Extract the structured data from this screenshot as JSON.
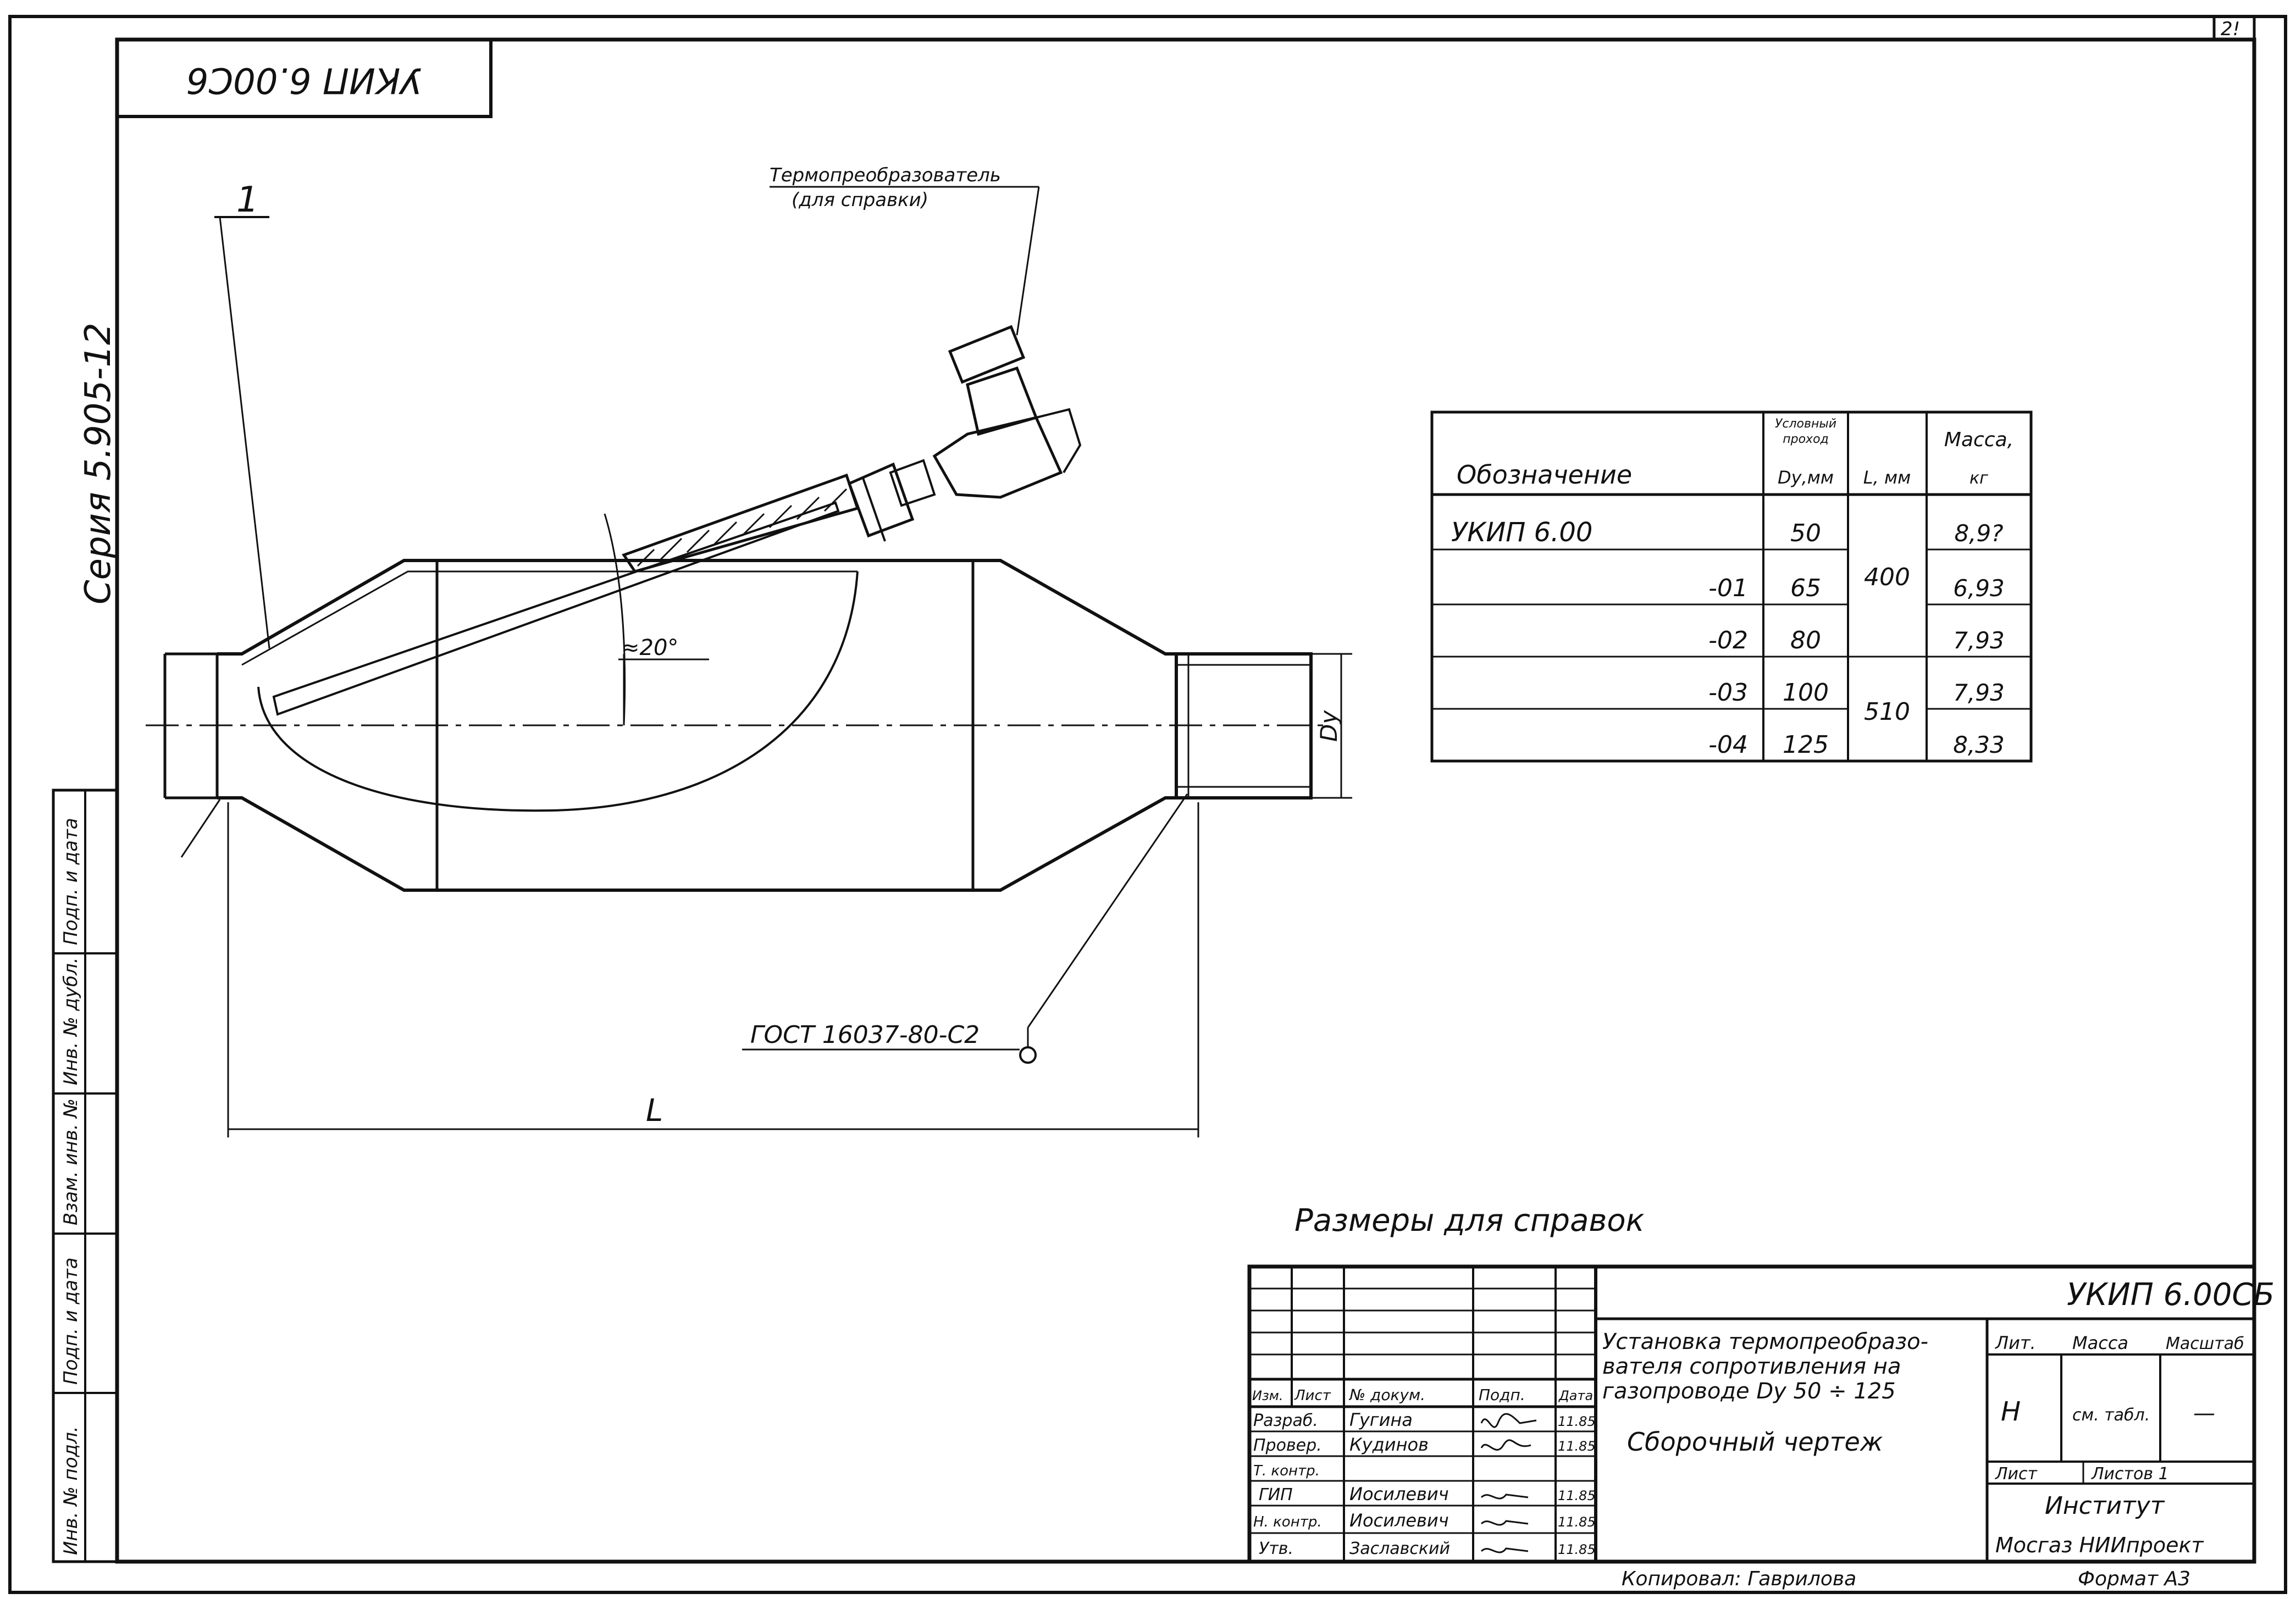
{
  "stamp": {
    "code": "УКИП 6.00С6"
  },
  "page_number": "2!",
  "series": "Серия 5.905-12",
  "part_callout": "1",
  "sensor_label": {
    "line1": "Термопреобразователь",
    "line2": "(для справки)"
  },
  "angle_label": "≈20°",
  "dim_dy": "Dу",
  "dim_l": "L",
  "gost_label": "ГОСТ 16037-80-С2",
  "reference_note": "Размеры для справок",
  "spec_table": {
    "headers": {
      "designation": "Обозначение",
      "nominal_bore_top": "Условный",
      "nominal_bore_mid": "проход",
      "nominal_bore_unit": "Dу,мм",
      "length": "L, мм",
      "mass": "Масса,",
      "mass_unit": "кг"
    },
    "rows": [
      {
        "designation": "УКИП 6.00",
        "dy": "50",
        "mass": "8,9?"
      },
      {
        "designation": "-01",
        "dy": "65",
        "mass": "6,93"
      },
      {
        "designation": "-02",
        "dy": "80",
        "mass": "7,93"
      },
      {
        "designation": "-03",
        "dy": "100",
        "mass": "7,93"
      },
      {
        "designation": "-04",
        "dy": "125",
        "mass": "8,33"
      }
    ],
    "length_groups": [
      "400",
      "510"
    ]
  },
  "side_strip": {
    "cells": [
      "Подп. и дата",
      "Инв. № дубл.",
      "Взам. инв. №",
      "Подп. и дата",
      "Инв. № подл."
    ]
  },
  "title_block": {
    "doc_code": "УКИП 6.00СБ",
    "title_line1": "Установка термопреобразо-",
    "title_line2": "вателя сопротивления на",
    "title_line3": "газопроводе Dу 50 ÷ 125",
    "drawing_type": "Сборочный чертеж",
    "col_headers": {
      "izm": "Изм.",
      "list": "Лист",
      "doc": "№ докум.",
      "sign": "Подп.",
      "date": "Дата"
    },
    "roles": [
      {
        "role": "Разраб.",
        "name": "Гугина",
        "date": "11.85"
      },
      {
        "role": "Провер.",
        "name": "Кудинов",
        "date": "11.85"
      },
      {
        "role": "Т. контр.",
        "name": "",
        "date": ""
      },
      {
        "role": "ГИП",
        "name": "Иосилевич",
        "date": "11.85"
      },
      {
        "role": "Н. контр.",
        "name": "Иосилевич",
        "date": "11.85"
      },
      {
        "role": "Утв.",
        "name": "Заславский",
        "date": "11.85"
      }
    ],
    "lit_label": "Лит.",
    "mass_label": "Масса",
    "scale_label": "Масштаб",
    "lit_value": "Н",
    "mass_value": "см. табл.",
    "scale_value": "—",
    "sheet_label": "Лист",
    "sheets_label": "Листов 1",
    "institute_label": "Институт",
    "institute_name": "Мосгаз НИИпроект",
    "copied_by": "Копировал: Гаврилова",
    "format": "Формат А3"
  }
}
